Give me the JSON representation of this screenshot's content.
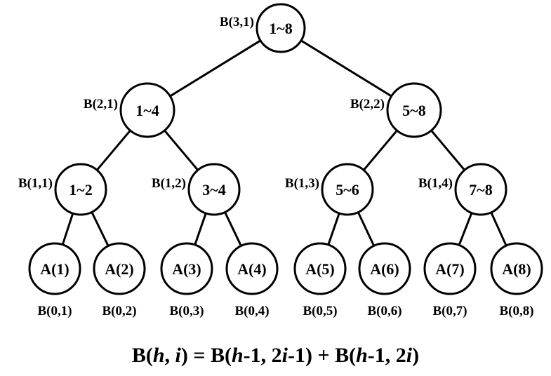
{
  "colors": {
    "stroke": "#000000",
    "background": "#ffffff",
    "text": "#000000"
  },
  "tree": {
    "levels": [
      [
        {
          "text": "1~8",
          "label": "B(3,1)"
        }
      ],
      [
        {
          "text": "1~4",
          "label": "B(2,1)"
        },
        {
          "text": "5~8",
          "label": "B(2,2)"
        }
      ],
      [
        {
          "text": "1~2",
          "label": "B(1,1)"
        },
        {
          "text": "3~4",
          "label": "B(1,2)"
        },
        {
          "text": "5~6",
          "label": "B(1,3)"
        },
        {
          "text": "7~8",
          "label": "B(1,4)"
        }
      ],
      [
        {
          "text": "A(1)",
          "label": "B(0,1)"
        },
        {
          "text": "A(2)",
          "label": "B(0,2)"
        },
        {
          "text": "A(3)",
          "label": "B(0,3)"
        },
        {
          "text": "A(4)",
          "label": "B(0,4)"
        },
        {
          "text": "A(5)",
          "label": "B(0,5)"
        },
        {
          "text": "A(6)",
          "label": "B(0,6)"
        },
        {
          "text": "A(7)",
          "label": "B(0,7)"
        },
        {
          "text": "A(8)",
          "label": "B(0,8)"
        }
      ]
    ]
  },
  "formula": {
    "p1": "B(",
    "h1": "h",
    "p2": ", ",
    "i1": "i",
    "p3": ") = B(",
    "h2": "h",
    "p4": "-1, 2",
    "i2": "i",
    "p5": "-1) + B(",
    "h3": "h",
    "p6": "-1, 2",
    "i3": "i",
    "p7": ")"
  }
}
